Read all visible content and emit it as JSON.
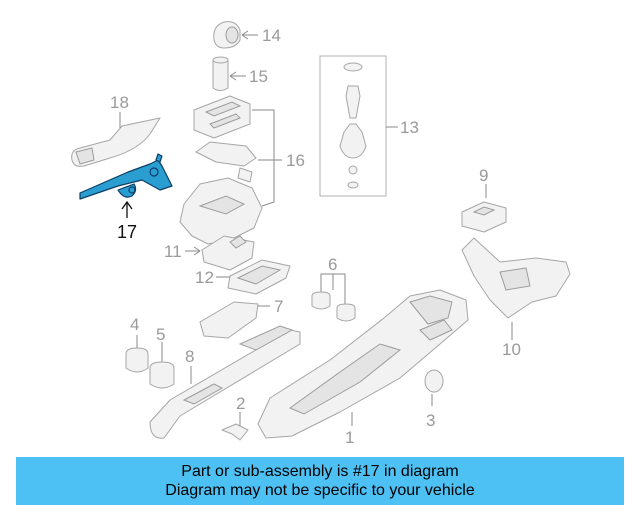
{
  "callouts": {
    "c1": "1",
    "c2": "2",
    "c3": "3",
    "c4": "4",
    "c5": "5",
    "c6": "6",
    "c7": "7",
    "c8": "8",
    "c9": "9",
    "c10": "10",
    "c11": "11",
    "c12": "12",
    "c13": "13",
    "c14": "14",
    "c15": "15",
    "c16": "16",
    "c17": "17",
    "c18": "18"
  },
  "highlight": {
    "part_number": "17",
    "color": "#2a9ed1"
  },
  "banner": {
    "line1": "Part or sub-assembly is #17 in diagram",
    "line2": "Diagram may not be specific to your vehicle",
    "background": "#4dc0f4"
  }
}
